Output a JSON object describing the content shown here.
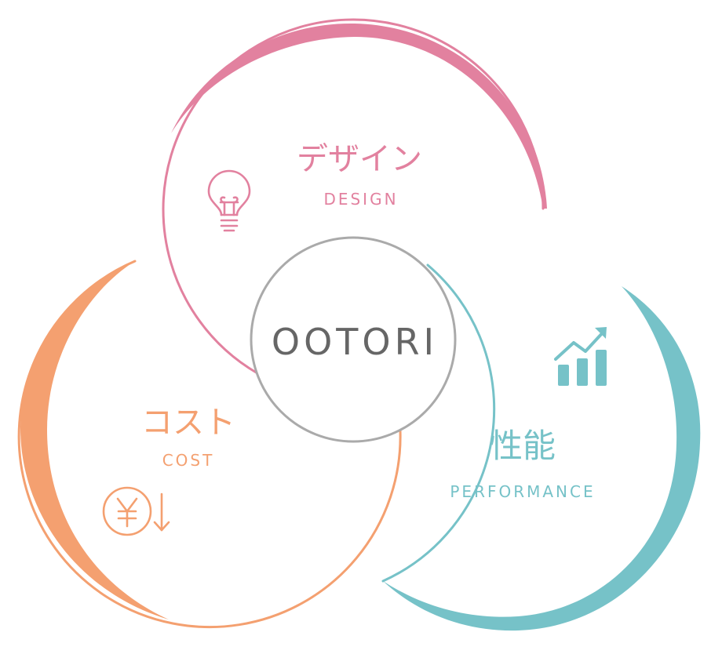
{
  "center": {
    "label": "OOTORI"
  },
  "sections": {
    "design": {
      "title": "デザイン",
      "subtitle": "DESIGN",
      "icon": "lightbulb-icon",
      "color": "#e2819f"
    },
    "cost": {
      "title": "コスト",
      "subtitle": "COST",
      "icon": "yen-down-icon",
      "color": "#f4a070"
    },
    "performance": {
      "title": "性能",
      "subtitle": "PERFORMANCE",
      "icon": "growth-chart-icon",
      "color": "#76c2c8"
    }
  },
  "colors": {
    "center_ring": "#aaaaaa",
    "center_text": "#666666"
  }
}
